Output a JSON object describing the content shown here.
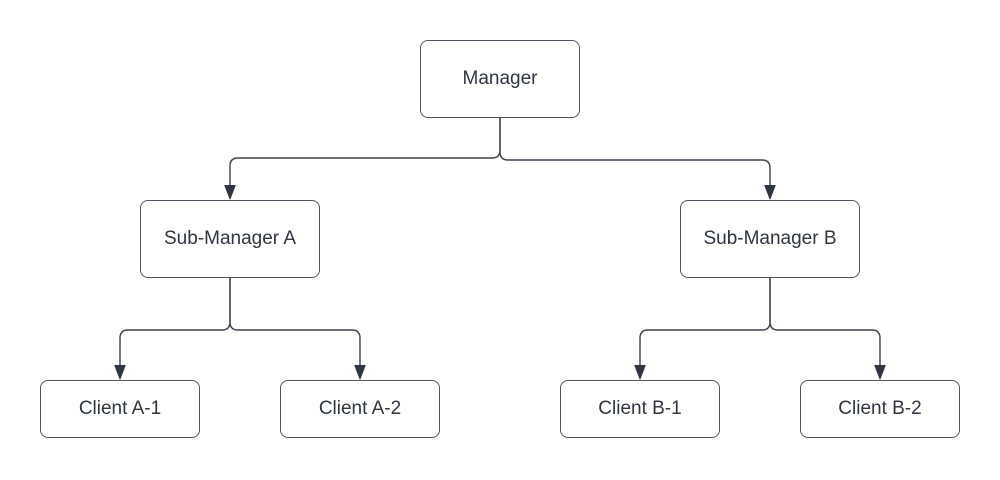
{
  "diagram": {
    "type": "org-chart-tree",
    "background_color": "#ffffff",
    "node_fill_color": "#ffffff",
    "node_border_color": "#4d5360",
    "connector_color": "#3d4453",
    "arrowhead_color": "#2f3542",
    "text_color": "#2f3542",
    "nodes": [
      {
        "id": "manager",
        "label": "Manager",
        "level": 1
      },
      {
        "id": "sub-a",
        "label": "Sub-Manager A",
        "level": 2
      },
      {
        "id": "sub-b",
        "label": "Sub-Manager B",
        "level": 2
      },
      {
        "id": "client-a1",
        "label": "Client A-1",
        "level": 3
      },
      {
        "id": "client-a2",
        "label": "Client A-2",
        "level": 3
      },
      {
        "id": "client-b1",
        "label": "Client B-1",
        "level": 3
      },
      {
        "id": "client-b2",
        "label": "Client B-2",
        "level": 3
      }
    ],
    "edges": [
      {
        "from": "manager",
        "to": "sub-a"
      },
      {
        "from": "manager",
        "to": "sub-b"
      },
      {
        "from": "sub-a",
        "to": "client-a1"
      },
      {
        "from": "sub-a",
        "to": "client-a2"
      },
      {
        "from": "sub-b",
        "to": "client-b1"
      },
      {
        "from": "sub-b",
        "to": "client-b2"
      }
    ]
  }
}
